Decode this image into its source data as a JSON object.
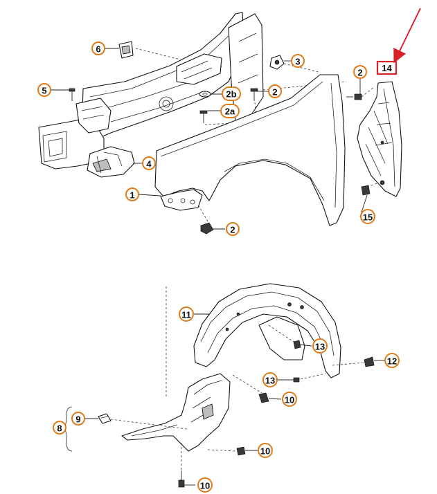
{
  "callouts": {
    "c1": "1",
    "c2a": "2",
    "c2b": "2",
    "c2c": "2",
    "c2a_label": "2a",
    "c2b_label": "2b",
    "c3": "3",
    "c4": "4",
    "c5": "5",
    "c6": "6",
    "c8": "8",
    "c9": "9",
    "c10a": "10",
    "c10b": "10",
    "c10c": "10",
    "c11": "11",
    "c12": "12",
    "c13a": "13",
    "c13b": "13",
    "c14": "14",
    "c15": "15"
  },
  "colors": {
    "callout_border": "#e07b1a",
    "highlight": "#d8232a",
    "line": "#111111"
  },
  "highlighted_part": "14"
}
